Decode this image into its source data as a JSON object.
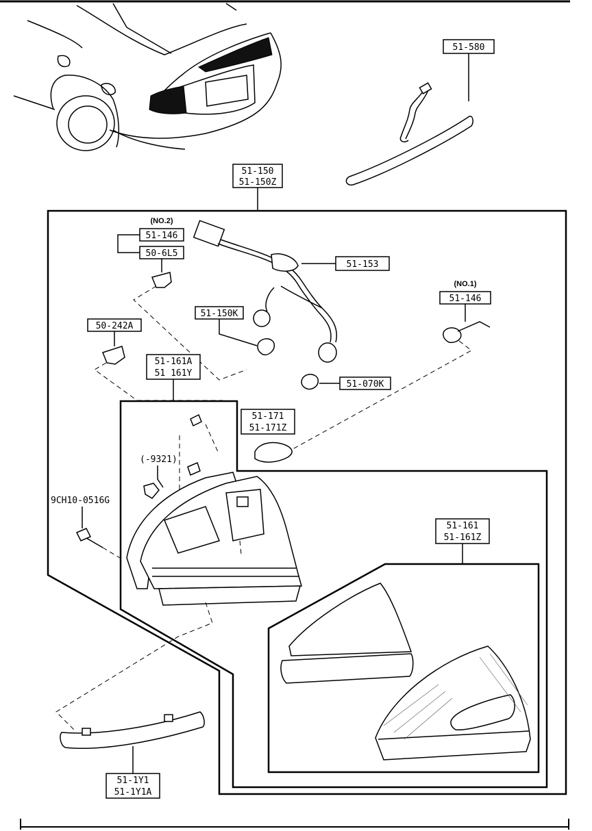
{
  "labels": {
    "p515580": "51-580",
    "p51150": "51-150",
    "p51150z": "51-150Z",
    "no2": "(NO.2)",
    "p51146a": "51-146",
    "p506l5": "50-6L5",
    "p51153": "51-153",
    "p51150k": "51-150K",
    "p50242a": "50-242A",
    "no1": "(NO.1)",
    "p51146b": "51-146",
    "p51161a": "51-161A",
    "p51161y": "51 161Y",
    "p51070k": "51-070K",
    "p51171": "51-171",
    "p51171z": "51-171Z",
    "p9321": "(-9321)",
    "p9ch": "9CH10-0516G",
    "p51161": "51-161",
    "p51161z": "51-161Z",
    "p511y1": "51-1Y1",
    "p511y1a": "51-1Y1A"
  }
}
